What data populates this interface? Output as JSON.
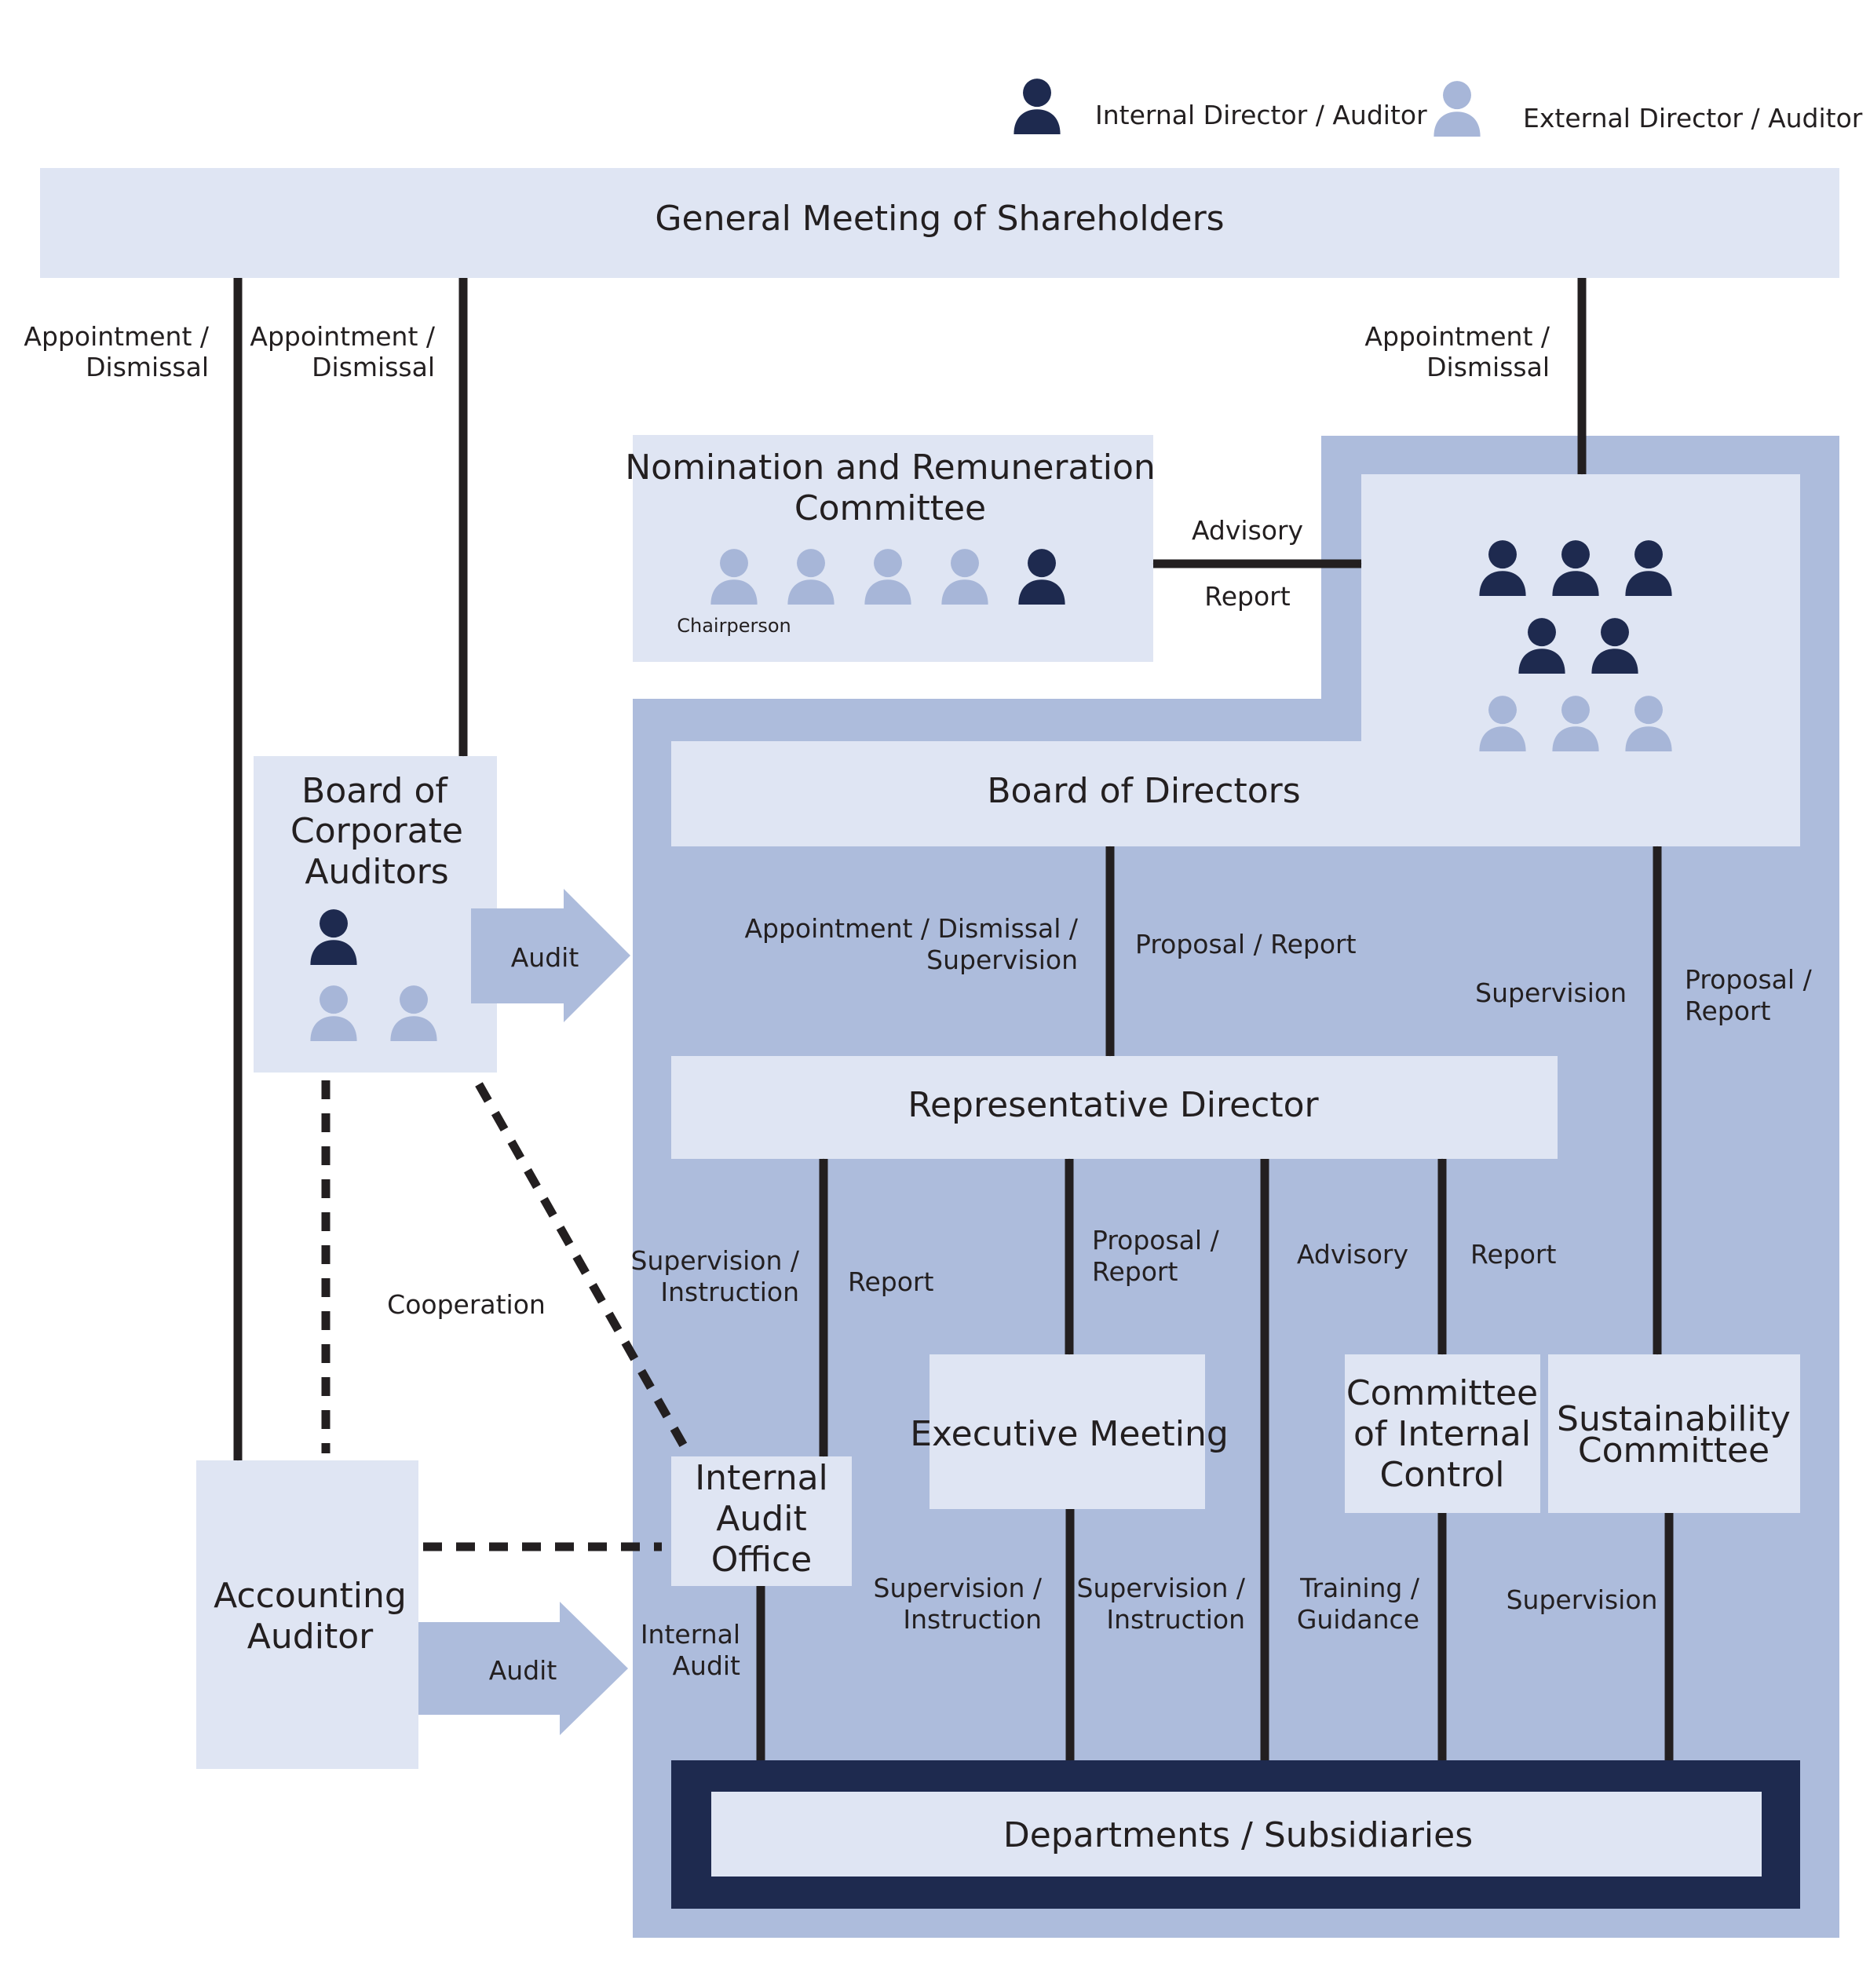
{
  "legend": {
    "internal": "Internal Director / Auditor",
    "external": "External Director / Auditor"
  },
  "colors": {
    "dark_navy": "#1e2a4f",
    "light_box": "#dfe5f3",
    "mid_blue": "#adbcdc",
    "person_light": "#a7b6d8",
    "arrow": "#231f20"
  },
  "boxes": {
    "shareholders": "General Meeting of Shareholders",
    "nomination": [
      "Nomination and Remuneration",
      "Committee"
    ],
    "chairperson": "Chairperson",
    "board_of_directors": "Board of Directors",
    "board_of_auditors": [
      "Board of",
      "Corporate",
      "Auditors"
    ],
    "representative_director": "Representative Director",
    "executive_meeting": "Executive Meeting",
    "internal_control": [
      "Committee",
      "of Internal",
      "Control"
    ],
    "sustainability": [
      "Sustainability",
      "Committee"
    ],
    "internal_audit_office": [
      "Internal",
      "Audit",
      "Office"
    ],
    "accounting_auditor": [
      "Accounting",
      "Auditor"
    ],
    "departments": "Departments / Subsidiaries"
  },
  "labels": {
    "appt1": [
      "Appointment /",
      "Dismissal"
    ],
    "appt2": [
      "Appointment /",
      "Dismissal"
    ],
    "appt3": [
      "Appointment /",
      "Dismissal"
    ],
    "advisory_top": "Advisory",
    "report_top": "Report",
    "audit1": "Audit",
    "audit2": "Audit",
    "bod_rd_left": [
      "Appointment / Dismissal /",
      "Supervision"
    ],
    "bod_rd_right": "Proposal / Report",
    "sus_left": "Supervision",
    "sus_right": [
      "Proposal /",
      "Report"
    ],
    "cooperation": "Cooperation",
    "iao_left": [
      "Supervision /",
      "Instruction"
    ],
    "iao_right": "Report",
    "exec_right": [
      "Proposal /",
      "Report"
    ],
    "ic_left": "Advisory",
    "ic_right": "Report",
    "internal_audit": [
      "Internal",
      "Audit"
    ],
    "exec_down_left": [
      "Supervision /",
      "Instruction"
    ],
    "exec_down_right": [
      "Supervision /",
      "Instruction"
    ],
    "training": [
      "Training /",
      "Guidance"
    ],
    "sus_down": "Supervision"
  },
  "people": {
    "nomination": [
      "external",
      "external",
      "external",
      "external",
      "internal"
    ],
    "board_of_directors": [
      "internal",
      "internal",
      "internal",
      "internal",
      "internal",
      "external",
      "external",
      "external"
    ],
    "board_of_auditors": [
      "internal",
      "external",
      "external"
    ]
  }
}
